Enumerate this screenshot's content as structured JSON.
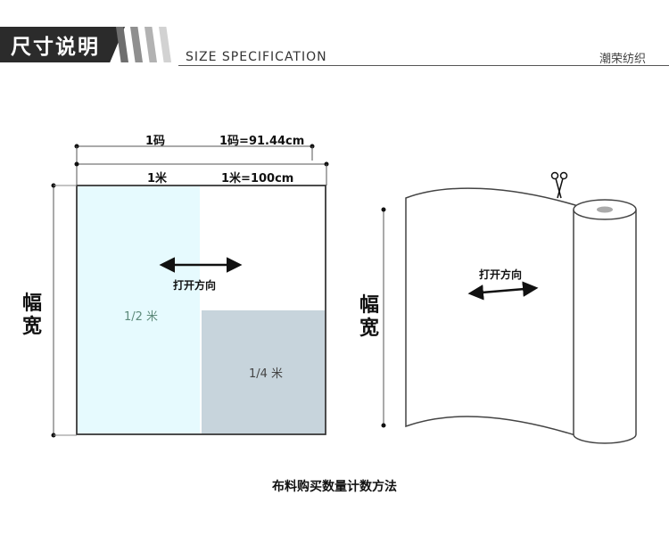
{
  "header": {
    "title": "尺寸说明",
    "subtitle": "SIZE SPECIFICATION",
    "brand": "潮荣纺织"
  },
  "left_diagram": {
    "yard_label": "1码",
    "yard_value": "1码=91.44cm",
    "meter_label": "1米",
    "meter_value": "1米=100cm",
    "direction": "打开方向",
    "half": "1/2 米",
    "quarter": "1/4 米",
    "side": [
      "幅",
      "宽"
    ]
  },
  "right_diagram": {
    "direction": "打开方向",
    "side": [
      "幅",
      "宽"
    ]
  },
  "caption": "布料购买数量计数方法",
  "colors": {
    "half_fill": "#e6fafe",
    "quarter_fill": "#c7d4dc",
    "half_text": "#5d8a7a",
    "quarter_text": "#444444"
  }
}
